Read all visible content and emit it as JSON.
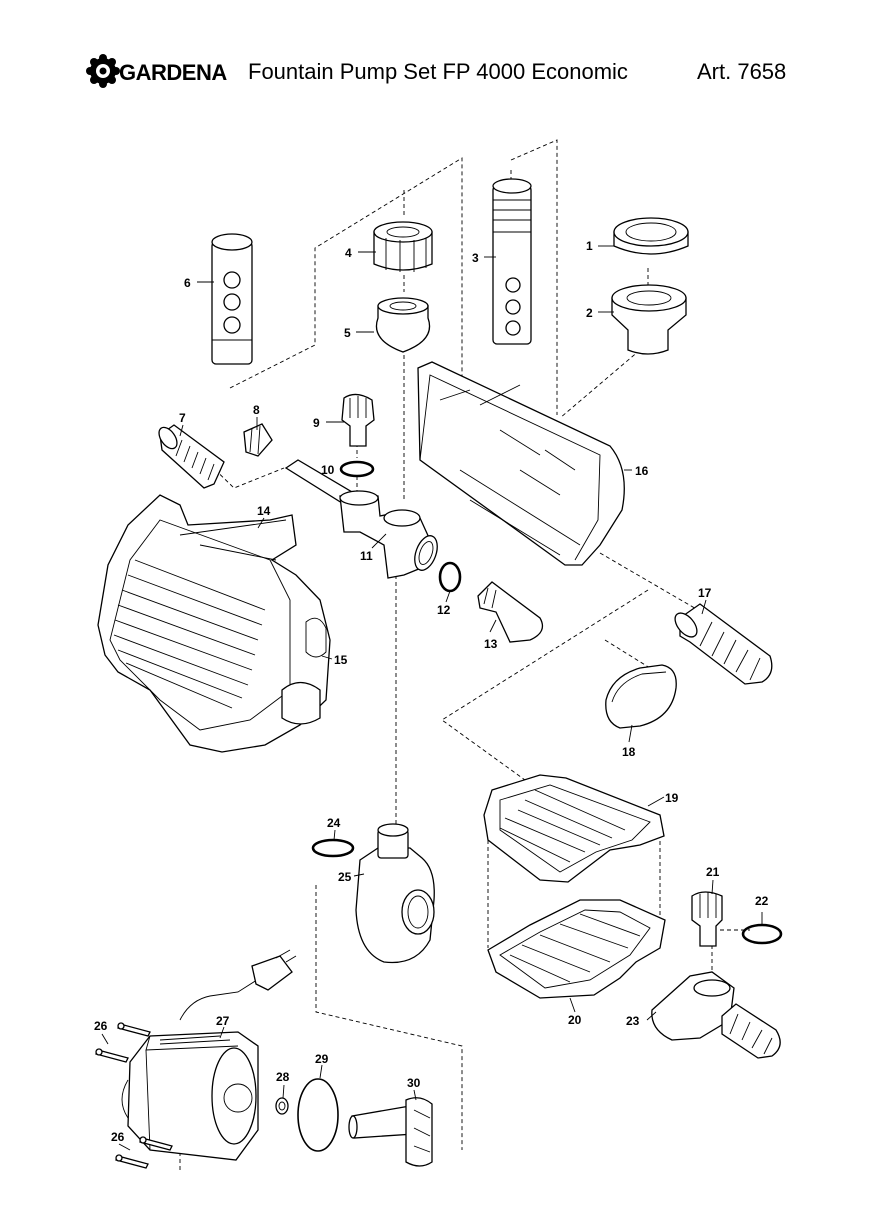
{
  "header": {
    "brand": "GARDENA",
    "title": "Fountain Pump Set FP 4000 Economic",
    "article": "Art. 7658"
  },
  "parts": [
    {
      "number": "1"
    },
    {
      "number": "2"
    },
    {
      "number": "3"
    },
    {
      "number": "4"
    },
    {
      "number": "5"
    },
    {
      "number": "6"
    },
    {
      "number": "7"
    },
    {
      "number": "8"
    },
    {
      "number": "9"
    },
    {
      "number": "10"
    },
    {
      "number": "11"
    },
    {
      "number": "12"
    },
    {
      "number": "13"
    },
    {
      "number": "14"
    },
    {
      "number": "15"
    },
    {
      "number": "16"
    },
    {
      "number": "17"
    },
    {
      "number": "18"
    },
    {
      "number": "19"
    },
    {
      "number": "20"
    },
    {
      "number": "21"
    },
    {
      "number": "22"
    },
    {
      "number": "23"
    },
    {
      "number": "24"
    },
    {
      "number": "25"
    },
    {
      "number": "26"
    },
    {
      "number": "27"
    },
    {
      "number": "28"
    },
    {
      "number": "29"
    },
    {
      "number": "30"
    },
    {
      "number": "26"
    }
  ]
}
